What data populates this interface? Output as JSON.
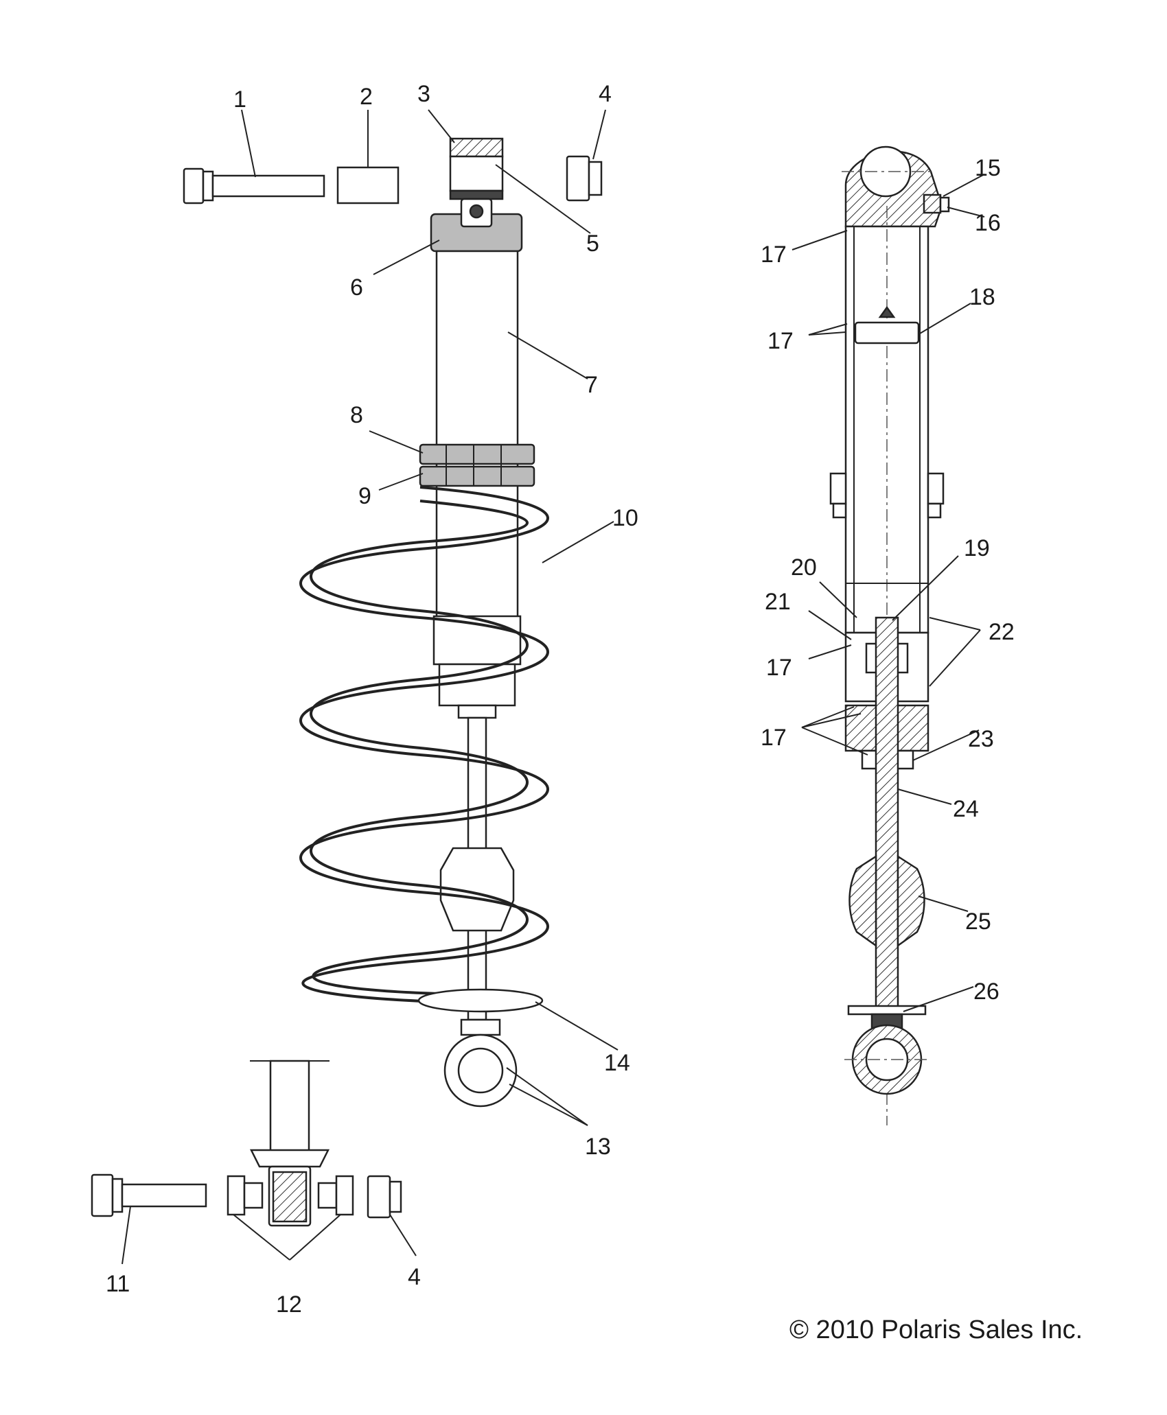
{
  "callouts": [
    "1",
    "2",
    "3",
    "4",
    "5",
    "6",
    "7",
    "8",
    "9",
    "10",
    "11",
    "12",
    "13",
    "14",
    "15",
    "16",
    "17",
    "18",
    "19",
    "20",
    "21",
    "22",
    "23",
    "24",
    "25",
    "26"
  ],
  "copyright": "© 2010 Polaris Sales Inc."
}
